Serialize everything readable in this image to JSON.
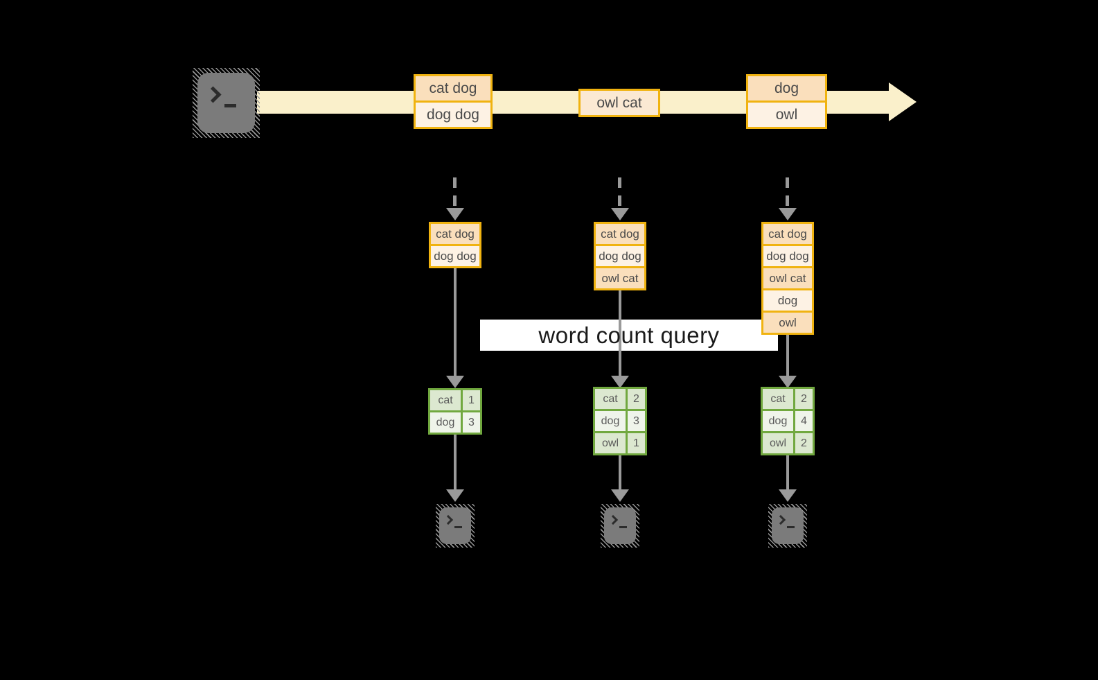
{
  "query_label": "word count query",
  "stream_batches": [
    {
      "rows": [
        "cat dog",
        "dog dog"
      ]
    },
    {
      "rows": [
        "owl cat"
      ]
    },
    {
      "rows": [
        "dog",
        "owl"
      ]
    }
  ],
  "columns": [
    {
      "input_rows": [
        "cat dog",
        "dog dog"
      ],
      "result": [
        {
          "word": "cat",
          "count": "1"
        },
        {
          "word": "dog",
          "count": "3"
        }
      ]
    },
    {
      "input_rows": [
        "cat dog",
        "dog dog",
        "owl cat"
      ],
      "result": [
        {
          "word": "cat",
          "count": "2"
        },
        {
          "word": "dog",
          "count": "3"
        },
        {
          "word": "owl",
          "count": "1"
        }
      ]
    },
    {
      "input_rows": [
        "cat dog",
        "dog dog",
        "owl cat",
        "dog",
        "owl"
      ],
      "result": [
        {
          "word": "cat",
          "count": "2"
        },
        {
          "word": "dog",
          "count": "4"
        },
        {
          "word": "owl",
          "count": "2"
        }
      ]
    }
  ],
  "icons": {
    "source": "terminal-icon",
    "sinks": "terminal-icon"
  },
  "colors": {
    "background": "#000000",
    "orange_border": "#F0B310",
    "peach_fill": "#FADFBC",
    "cream_fill": "#FDF2E4",
    "stream_fill": "#FAF0CB",
    "green_border": "#71A83F",
    "green_cell_dark": "#DCE8D0",
    "green_cell_light": "#EFF4EA",
    "arrow_gray": "#9A9A9A",
    "label_bg": "#FFFFFF"
  }
}
